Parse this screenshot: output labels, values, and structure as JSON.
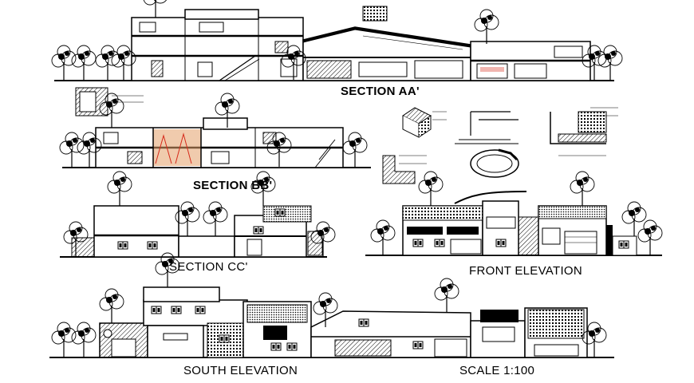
{
  "drawing": {
    "section_aa": "SECTION AA'",
    "section_bb": "SECTION BB'",
    "section_cc": "SECTION CC'",
    "front_elevation": "FRONT ELEVATION",
    "south_elevation": "SOUTH ELEVATION",
    "scale": "SCALE 1:100"
  },
  "colors": {
    "ink": "#000000",
    "paper": "#ffffff",
    "highlight": "#e3a06a",
    "accent_red": "#d62a1a"
  }
}
